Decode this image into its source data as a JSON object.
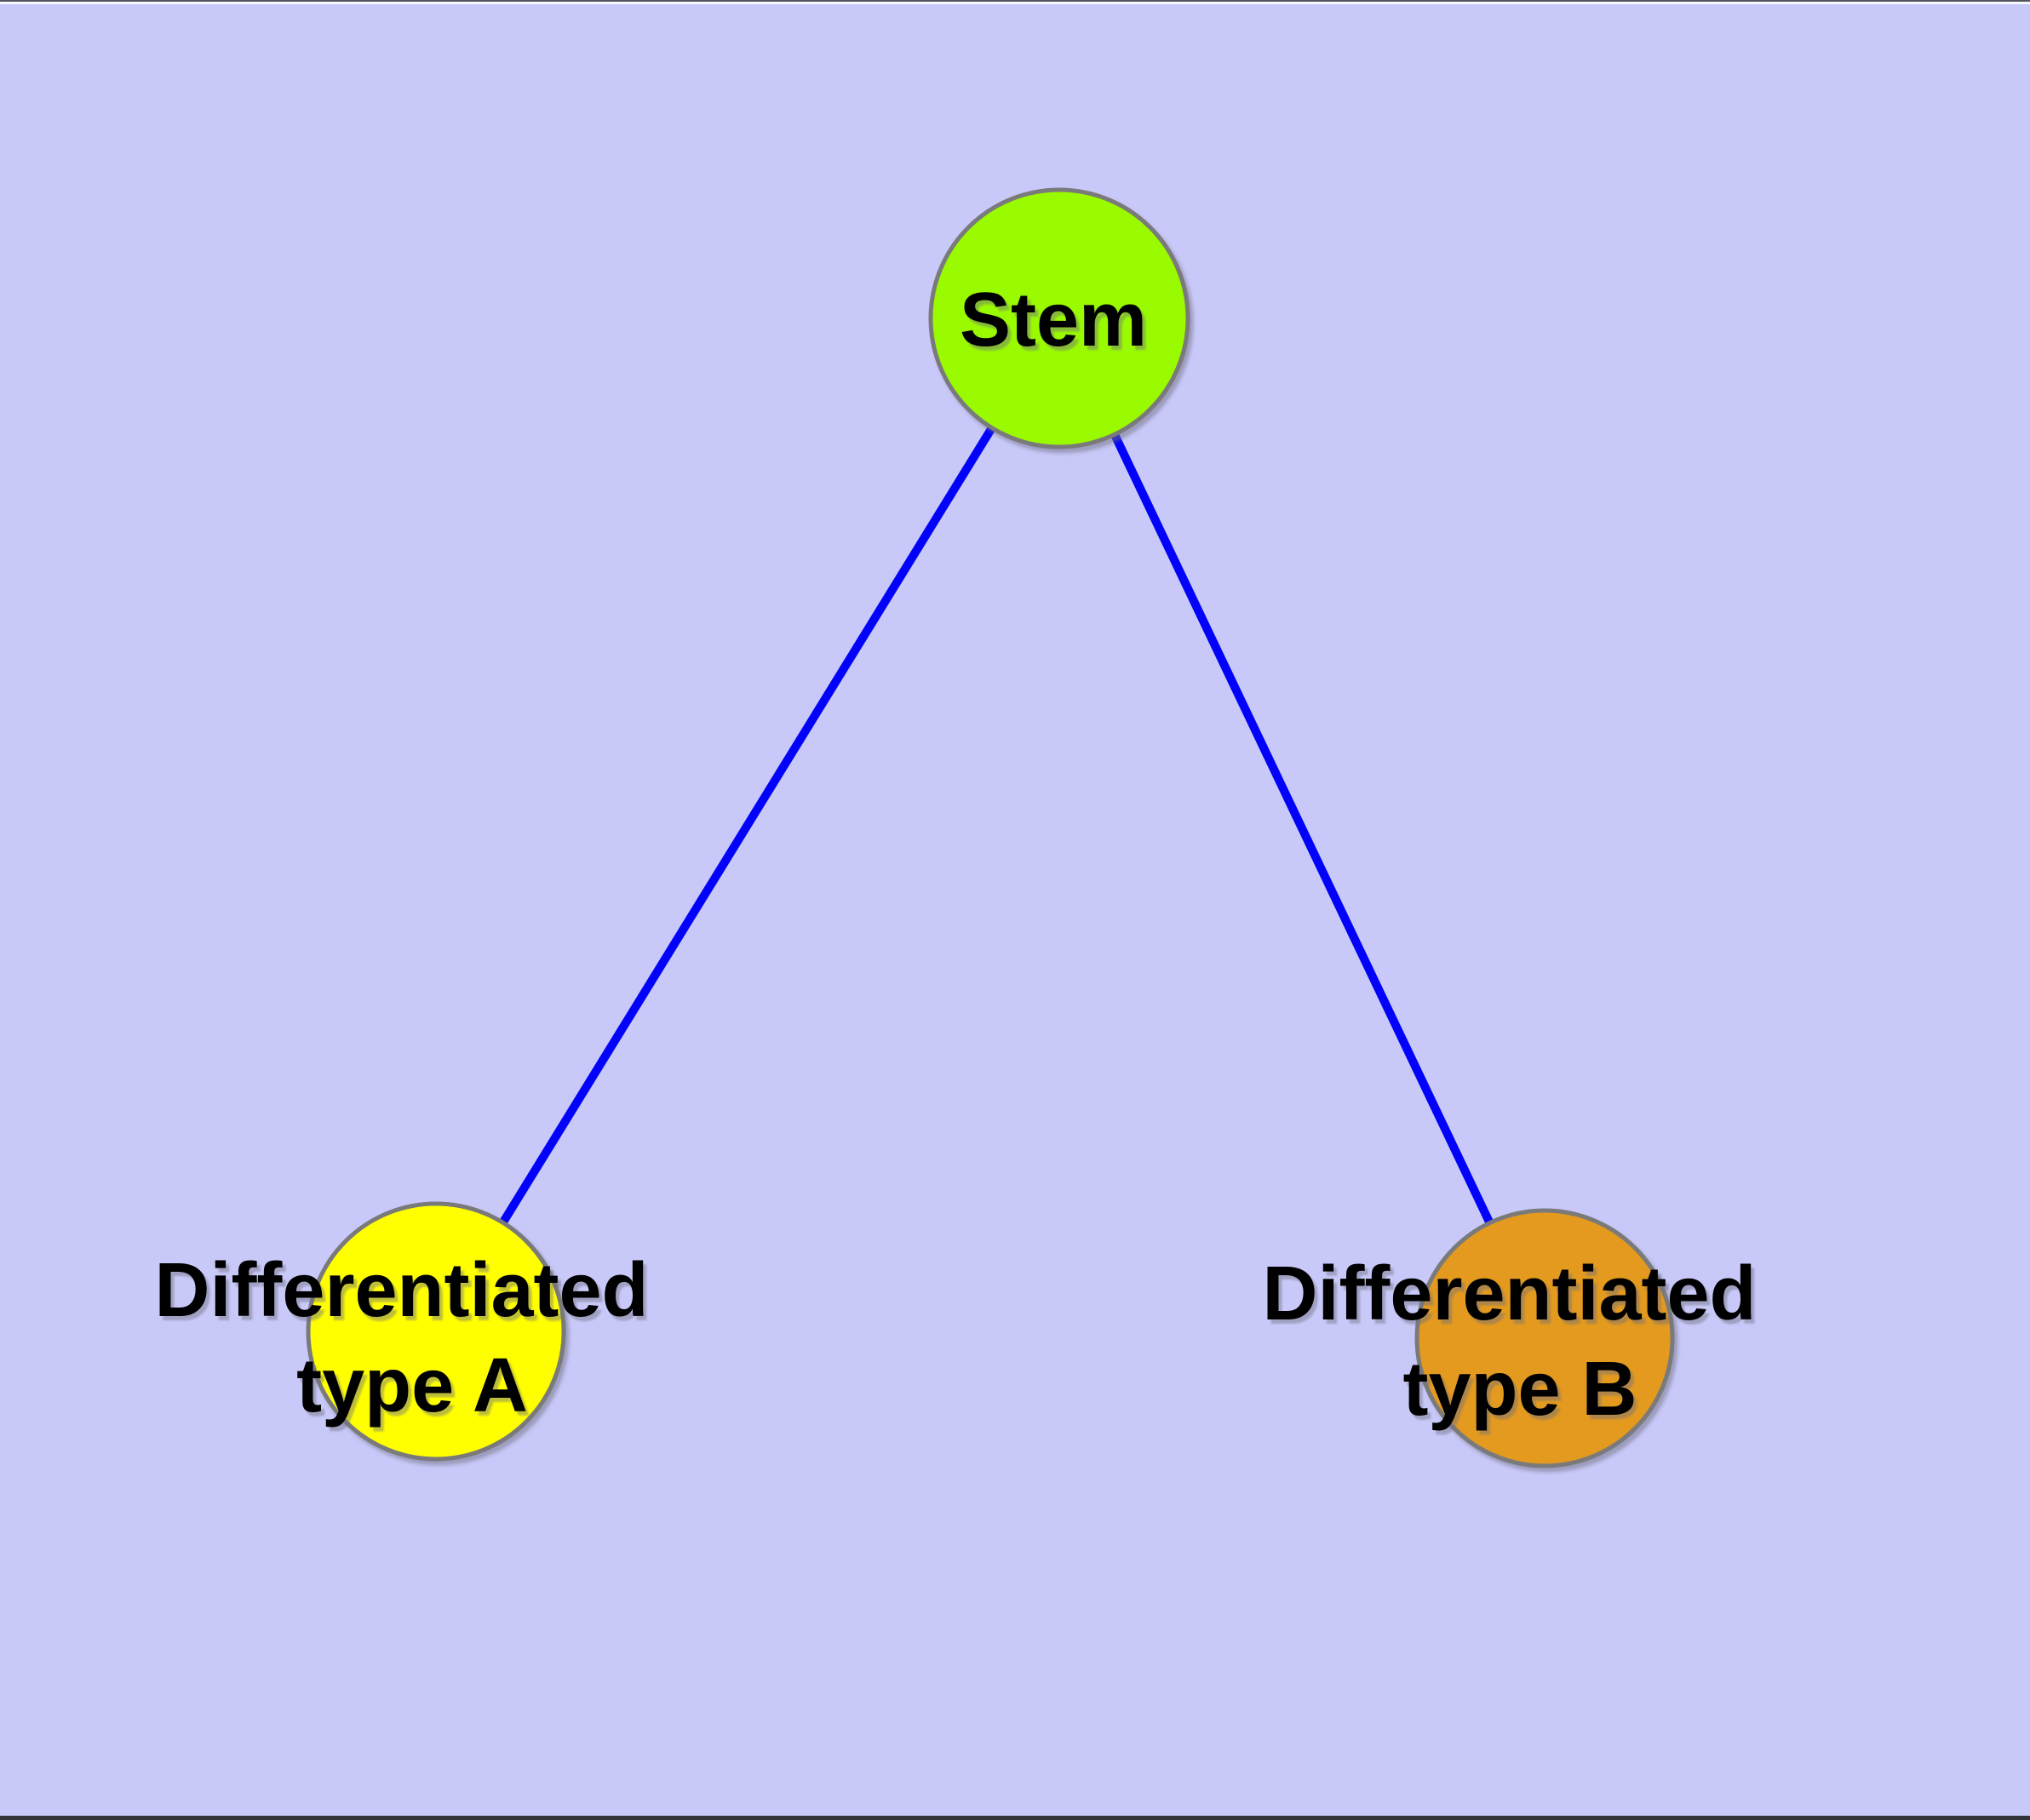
{
  "figure": {
    "type": "node-link-diagram",
    "description": "Stem cell differentiation graph: one stem node linked to two differentiated cell type nodes"
  },
  "colors": {
    "background": "#C9C9F9",
    "edge": "#0202FA",
    "node_border": "#7A7A7A",
    "label_text": "#000000"
  },
  "nodes": [
    {
      "id": "stem",
      "label": "Stem",
      "lines": [
        "Stem"
      ],
      "fill": "#9AFA00"
    },
    {
      "id": "differentiated-type-a",
      "label": "Differentiated type A",
      "lines": [
        "Differentiated",
        "type A"
      ],
      "fill": "#FFFF00"
    },
    {
      "id": "differentiated-type-b",
      "label": "Differentiated type B",
      "lines": [
        "Differentiated",
        "type B"
      ],
      "fill": "#E39A1E"
    }
  ],
  "edges": [
    {
      "from": "Stem",
      "to": "Differentiated type A"
    },
    {
      "from": "Stem",
      "to": "Differentiated type B"
    }
  ]
}
